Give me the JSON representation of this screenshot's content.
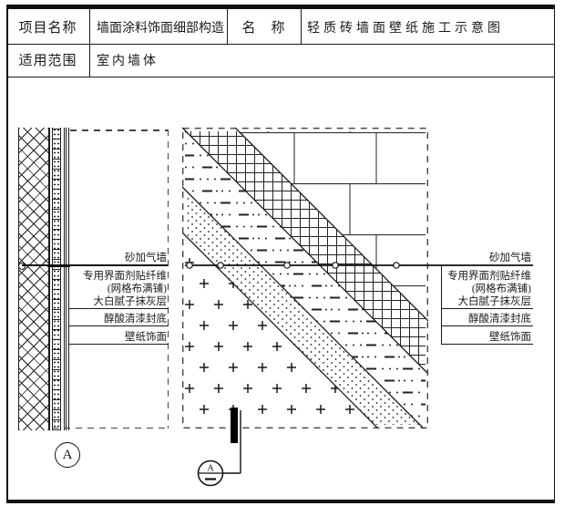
{
  "title_block": {
    "project_label": "项目名称",
    "project_value": "墙面涂料饰面细部构造",
    "name_label": "名　称",
    "name_value": "轻质砖墙面壁纸施工示意图",
    "scope_label": "适用范围",
    "scope_value": "室内墙体"
  },
  "callout": {
    "wall": "砂加气墙",
    "layer1a": "专用界面剂贴纤维",
    "layer1b": "(网格布满铺)",
    "layer2": "大白腻子抹灰层",
    "layer3": "醇酸清漆封底",
    "layer4": "壁纸饰面"
  },
  "markers": {
    "section_circle": "A",
    "detail_circle": "A"
  },
  "colors": {
    "line": "#1a1a1a",
    "dash": "#444444",
    "background": "#ffffff"
  }
}
